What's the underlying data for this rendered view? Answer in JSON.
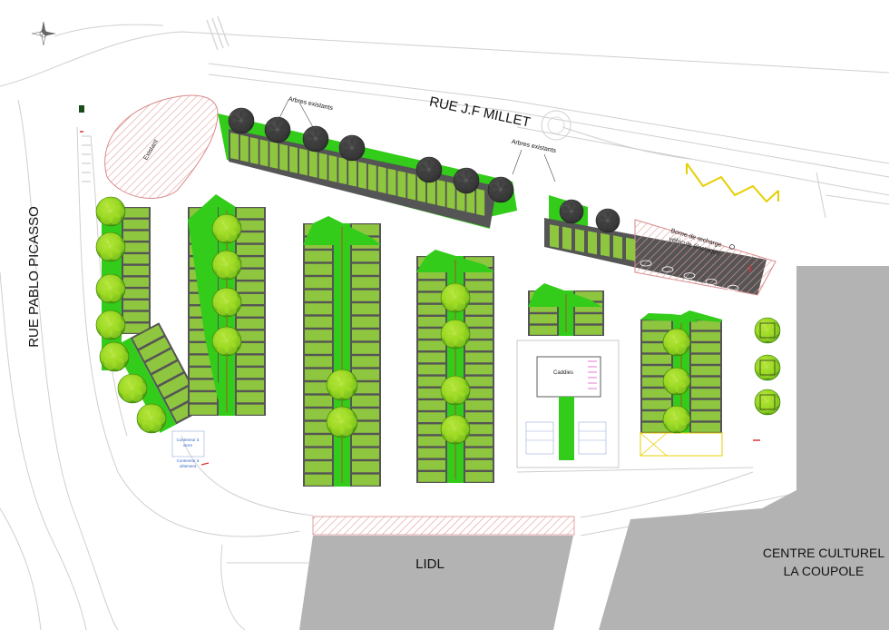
{
  "streets": {
    "millet": "RUE J.F MILLET",
    "picasso": "RUE PABLO PICASSO"
  },
  "buildings": {
    "lidl": "LIDL",
    "centre_line1": "CENTRE CULTUREL",
    "centre_line2": "LA COUPOLE"
  },
  "labels": {
    "existant": "Existant",
    "arbres_1": "Arbres existants",
    "arbres_2": "Arbres existants",
    "borne_line1": "Borne de recharge",
    "borne_line2": "véhicule électrique",
    "caddies": "Caddies",
    "conteneur_1a": "Conteneur à",
    "conteneur_1b": "verre",
    "conteneur_2a": "Conteneur à",
    "conteneur_2b": "vêtement"
  },
  "colors": {
    "grass": "#33cc1a",
    "stall": "#8fc63f",
    "asphalt": "#555555",
    "building": "#b3b3b3",
    "hatch": "#e8a0a0",
    "tree": "#7fd11a",
    "roadline": "#c8c8c8",
    "marking": "#e8d000"
  },
  "compass_icon": "compass-rose-icon"
}
